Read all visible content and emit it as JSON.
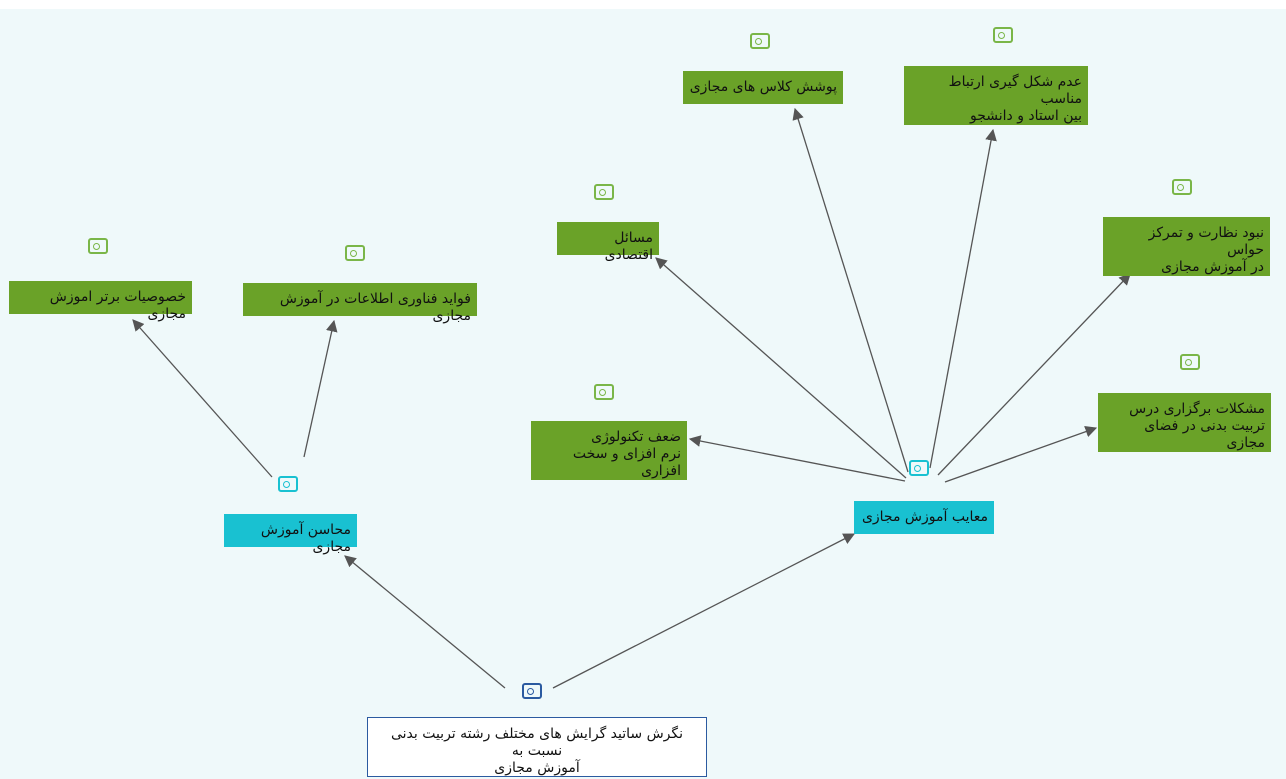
{
  "diagram": {
    "root": {
      "label": "نگرش ساتید گرایش های مختلف رشته تربیت بدنی نسبت به\nآموزش مجازی"
    },
    "branches": [
      {
        "label": "محاسن آموزش مجازی"
      },
      {
        "label": "معایب آموزش مجازی"
      }
    ],
    "pros": [
      {
        "label": "خصوصیات برتر اموزش مجازی"
      },
      {
        "label": "فواید فناوری اطلاعات در آموزش مجازی"
      }
    ],
    "cons": [
      {
        "label": "مسائل اقتصادی"
      },
      {
        "label": "پوشش کلاس های مجازی"
      },
      {
        "label": "عدم شکل گیری ارتباط مناسب\nبین استاد و دانشجو"
      },
      {
        "label": "نبود نظارت و تمرکز حواس\nدر آموزش مجازی"
      },
      {
        "label": "مشکلات برگزاری درس\nتربیت بدنی در فضای مجازی"
      },
      {
        "label": "ضعف تکنولوژی\nنرم افزای و سخت افزاری"
      }
    ]
  },
  "colors": {
    "leaf": "#6aa228",
    "branch": "#19c1d1",
    "root_border": "#2b5aa0",
    "background": "#eff9fa",
    "edge": "#555555"
  },
  "icons": {
    "node_counter": "document-count-icon"
  }
}
